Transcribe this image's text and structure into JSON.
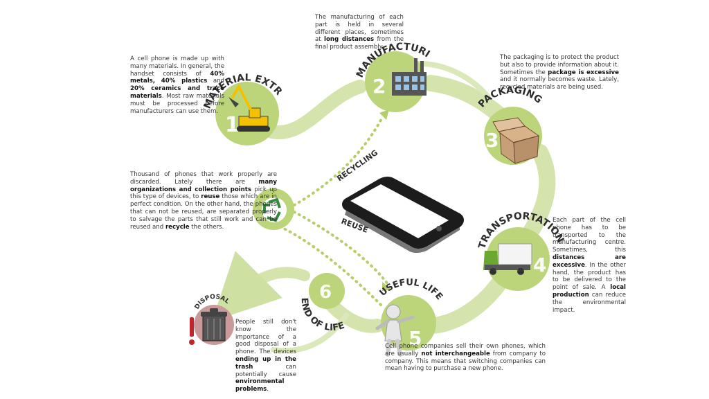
{
  "stages": [
    {
      "number": "1",
      "title": "MATERIAL EXTRACTION",
      "text": [
        {
          "t": "A cell phone is made up with many materials. In general, the handset consists of "
        },
        {
          "t": "40% metals, 40% plastics",
          "b": true
        },
        {
          "t": " and "
        },
        {
          "t": "20% ceramics and trace materials",
          "b": true
        },
        {
          "t": ". Most raw materials must be processed before manufacturers can use them."
        }
      ]
    },
    {
      "number": "2",
      "title": "MANUFACTURING",
      "text": [
        {
          "t": "The manufacturing of each part is held in several different places, sometimes at "
        },
        {
          "t": "long distances",
          "b": true
        },
        {
          "t": " from the final product assembly."
        }
      ]
    },
    {
      "number": "3",
      "title": "PACKAGING",
      "text": [
        {
          "t": "The packaging is to protect the product but also to provide information about it. Sometimes the "
        },
        {
          "t": "package is excessive",
          "b": true
        },
        {
          "t": " and it normally becomes waste. Lately, recycled materials are being used."
        }
      ]
    },
    {
      "number": "4",
      "title": "TRANSPORTATION",
      "text": [
        {
          "t": "Each part of the cell phone has to be transported to the manufacturing centre. Sometimes, this "
        },
        {
          "t": "distances are excessive",
          "b": true
        },
        {
          "t": ". In the other hand, the product has to be delivered to the point of sale. A "
        },
        {
          "t": "local production",
          "b": true
        },
        {
          "t": " can reduce the environmental impact."
        }
      ]
    },
    {
      "number": "5",
      "title": "USEFUL LIFE",
      "text": [
        {
          "t": "Cell phone companies sell their own phones, which are usually "
        },
        {
          "t": "not interchangeable",
          "b": true
        },
        {
          "t": " from company to company. This means that switching companies can mean having to purchase a new phone."
        }
      ]
    },
    {
      "number": "6",
      "title": "END OF LIFE",
      "text": []
    }
  ],
  "recycling_text": [
    {
      "t": "Thousand of phones that work properly are discarded. Lately there are "
    },
    {
      "t": "many organizations and collection points",
      "b": true
    },
    {
      "t": " pick up this type of devices, to "
    },
    {
      "t": "reuse",
      "b": true
    },
    {
      "t": " those which are in perfect condition. On the other hand, the phones that can not be reused, are separated properly to salvage the parts that still work and can be reused and "
    },
    {
      "t": "recycle",
      "b": true
    },
    {
      "t": " the others."
    }
  ],
  "disposal": {
    "title": "DISPOSAL",
    "text": [
      {
        "t": "People still don't know the importance of a good disposal of a phone. The devices "
      },
      {
        "t": "ending up in the trash",
        "b": true
      },
      {
        "t": " can potentially cause "
      },
      {
        "t": "environmental problems",
        "b": true
      },
      {
        "t": "."
      }
    ]
  },
  "arrows": {
    "recycling": "RECYCLING",
    "reuse": "REUSE"
  },
  "colors": {
    "path": "#cfe0a3",
    "circle": "#bcd57b",
    "disposal_circle": "#c99a99",
    "dots": "#b5cd6a",
    "alert": "#c0272d"
  }
}
